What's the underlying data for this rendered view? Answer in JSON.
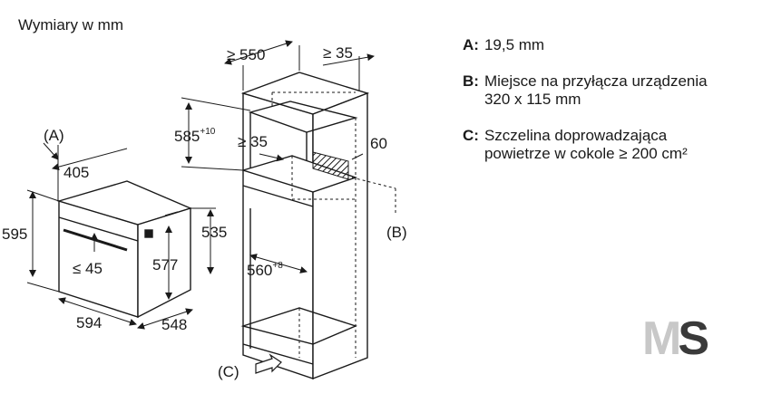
{
  "title": "Wymiary w mm",
  "oven": {
    "label_a": "(A)",
    "depth_front": "405",
    "height_total": "595",
    "handle_gap": "≤ 45",
    "inner_height": "577",
    "side_height": "535",
    "width": "594",
    "depth": "548"
  },
  "cabinet": {
    "depth_min": "≥ 550",
    "back_gap": "≥ 35",
    "height_base": "585",
    "height_tol": "+10",
    "shelf_gap": "≥ 35",
    "vent_size": "60",
    "width_base": "560",
    "width_tol": "+8",
    "label_b": "(B)",
    "label_c": "(C)"
  },
  "legend": [
    {
      "key": "A:",
      "text": "19,5 mm"
    },
    {
      "key": "B:",
      "text": "Miejsce na przyłącza urządzenia\n320 x 115 mm"
    },
    {
      "key": "C:",
      "text": "Szczelina doprowadzająca\npowietrze w cokole ≥ 200 cm²"
    }
  ],
  "logo": {
    "first": "M",
    "second": "S"
  },
  "colors": {
    "line": "#1a1a1a",
    "hatch": "#1a1a1a",
    "logo_light": "#c8c8c8",
    "logo_dark": "#3a3a3a"
  }
}
